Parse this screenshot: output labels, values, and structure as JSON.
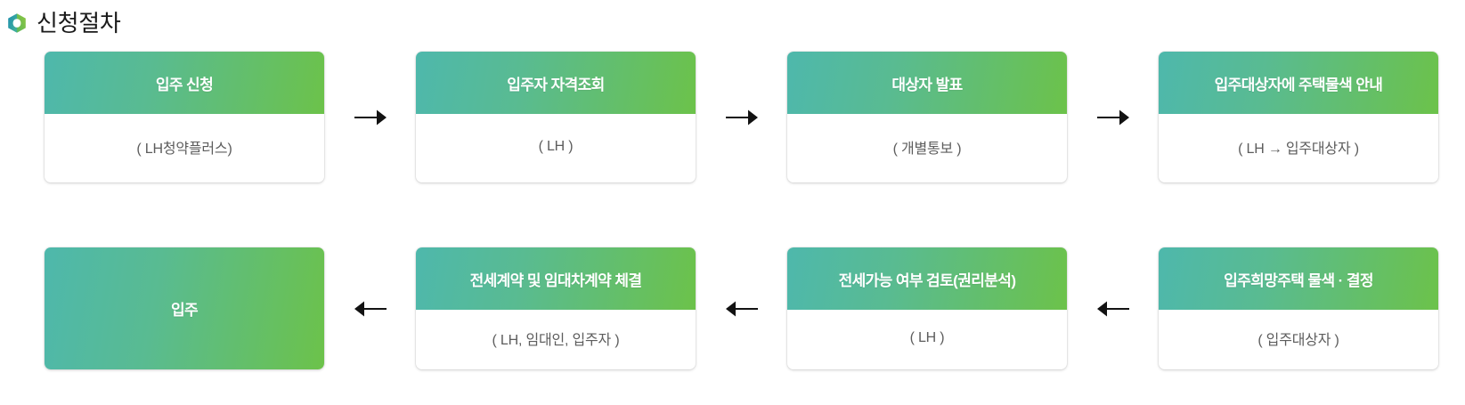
{
  "header": {
    "icon": "hexagon-logo-icon",
    "title": "신청절차",
    "icon_colors": {
      "left": "#1b94a8",
      "right": "#7ac143",
      "dark": "#2b7f9e"
    }
  },
  "theme": {
    "gradient_start": "#4eb8ac",
    "gradient_end": "#6cc24a",
    "header_text": "#ffffff",
    "body_text": "#5d5d5d",
    "arrow_color": "#121212",
    "background": "#ffffff"
  },
  "flow": {
    "row_one": [
      {
        "title": "입주 신청",
        "subtitle": "( LH청약플러스)"
      },
      {
        "title": "입주자 자격조회",
        "subtitle": "( LH )"
      },
      {
        "title": "대상자 발표",
        "subtitle": "( 개별통보 )"
      },
      {
        "title": "입주대상자에 주택물색 안내",
        "subtitle": "( LH → 입주대상자 )"
      }
    ],
    "row_two": [
      {
        "title": "입주",
        "subtitle": ""
      },
      {
        "title": "전세계약 및 임대차계약 체결",
        "subtitle": "( LH, 임대인, 입주자 )"
      },
      {
        "title": "전세가능 여부 검토(권리분석)",
        "subtitle": "( LH )"
      },
      {
        "title": "입주희망주택 물색 · 결정",
        "subtitle": "( 입주대상자 )"
      }
    ],
    "arrows": {
      "right": "→",
      "left": "←",
      "down": "↓"
    }
  }
}
